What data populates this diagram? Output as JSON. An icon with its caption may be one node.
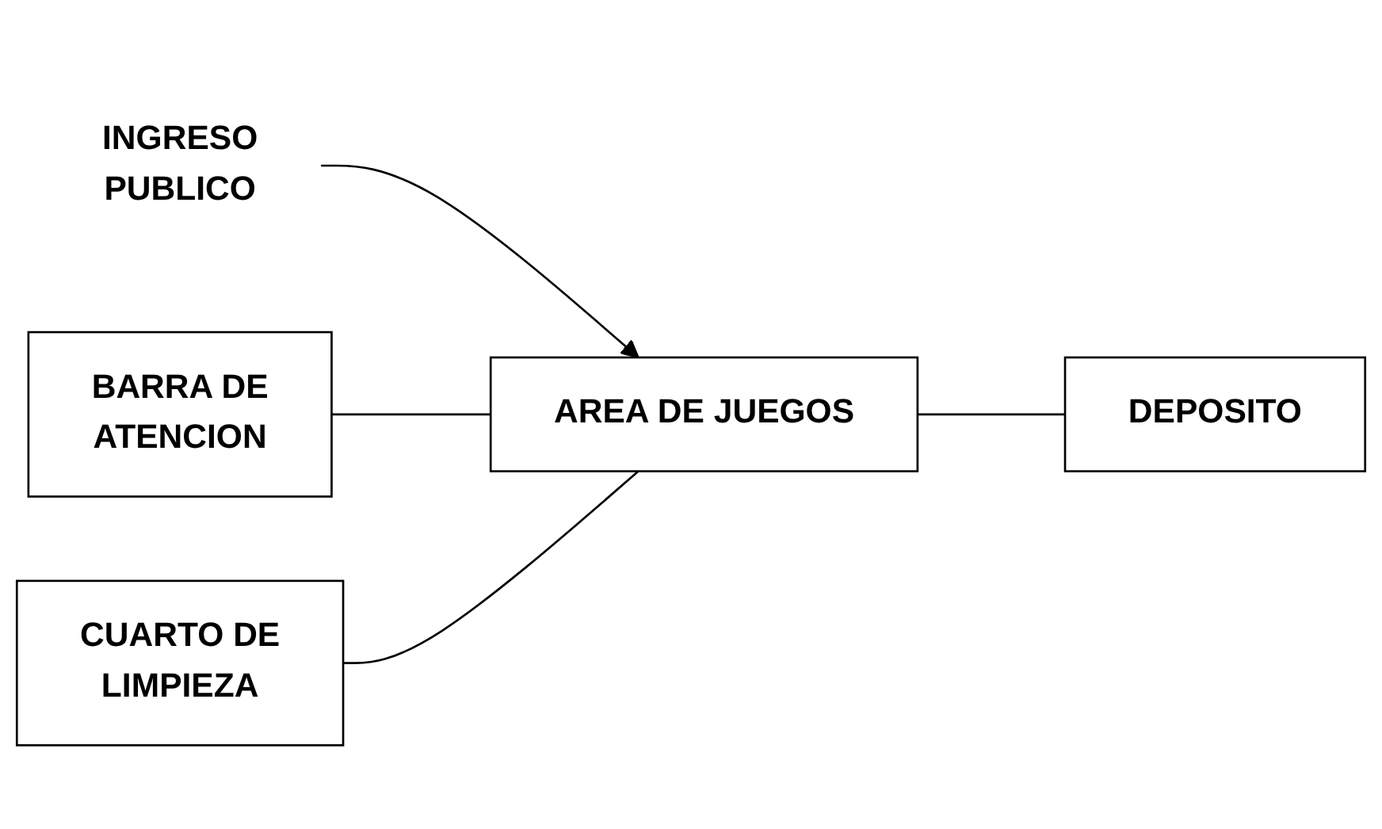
{
  "diagram": {
    "nodes": [
      {
        "text": [
          "INGRESO PUBLICO"
        ]
      },
      {
        "text": [
          "AREA DE JUEGOS"
        ]
      },
      {
        "text": [
          "BARRA DE ATENCION"
        ]
      },
      {
        "text": [
          "CUARTO DE LIMPIEZA"
        ]
      },
      {
        "text": [
          "DEPOSITO"
        ]
      }
    ],
    "edges": [
      {
        "from": 0,
        "to": 1,
        "arrow": "to"
      },
      {
        "from": 2,
        "to": 1,
        "arrow": "none"
      },
      {
        "from": 3,
        "to": 1,
        "arrow": "none"
      },
      {
        "from": 1,
        "to": 4,
        "arrow": "none"
      }
    ]
  }
}
